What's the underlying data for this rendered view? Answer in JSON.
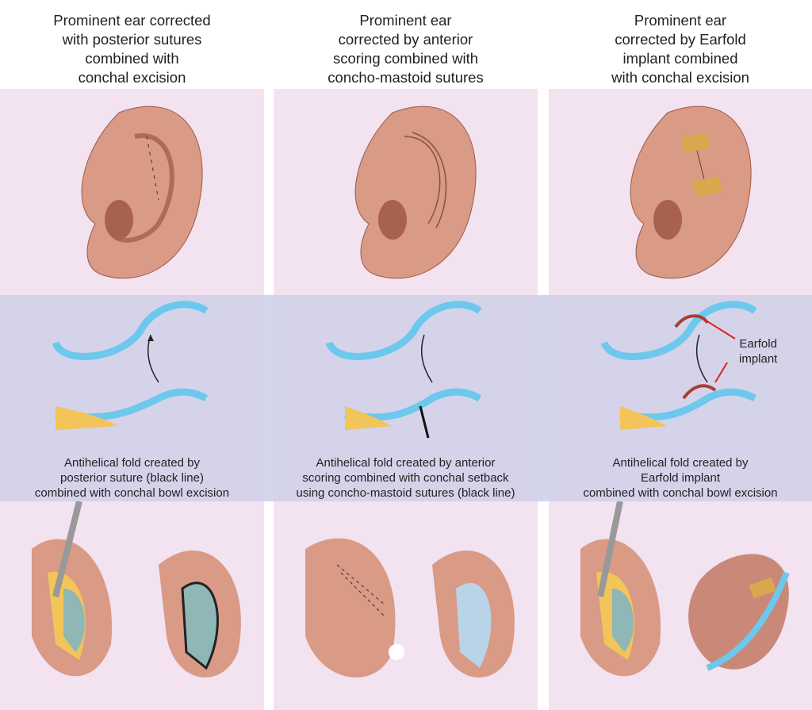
{
  "panels": [
    {
      "title": "Prominent ear corrected\nwith posterior sutures\ncombined with\nconchal excision",
      "caption": "Antihelical fold created by\nposterior suture (black line)\ncombined with conchal bowl excision"
    },
    {
      "title": "Prominent ear\ncorrected by anterior\nscoring combined with\nconcho-mastoid sutures",
      "caption": "Antihelical fold created by anterior\nscoring combined with conchal setback\nusing concho-mastoid sutures (black line)"
    },
    {
      "title": "Prominent ear\ncorrected by Earfold\nimplant combined\nwith conchal excision",
      "caption": "Antihelical fold created by\nEarfold implant\ncombined with conchal bowl excision",
      "implant_label": "Earfold\nimplant"
    }
  ],
  "colors": {
    "skin": "#d99a86",
    "cartilage": "#6cc8ec",
    "fat": "#f3c45a",
    "implant": "#d9a84e",
    "arrow": "#e02020"
  }
}
